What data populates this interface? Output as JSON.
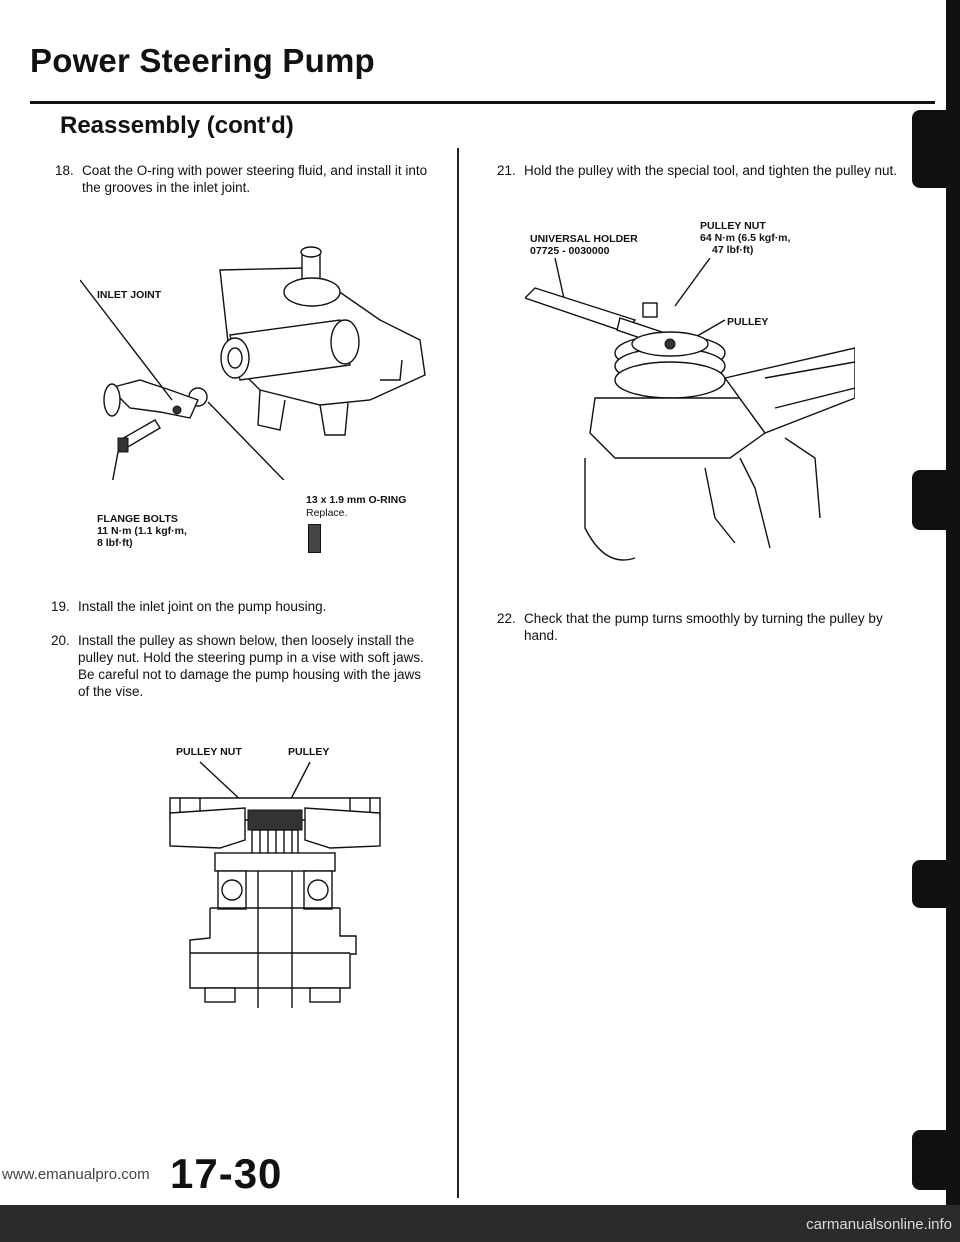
{
  "header": {
    "title": "Power Steering Pump",
    "subtitle": "Reassembly (cont'd)"
  },
  "steps": [
    {
      "num": "18.",
      "text": "Coat the O-ring with power steering fluid, and install it into the grooves in the inlet joint."
    },
    {
      "num": "19.",
      "text": "Install the inlet joint on the pump housing."
    },
    {
      "num": "20.",
      "text": "Install the pulley as shown below, then loosely install the pulley nut. Hold the steering pump in a vise with soft jaws. Be careful not to damage the pump housing with the jaws of the vise."
    },
    {
      "num": "21.",
      "text": "Hold the pulley with the special tool, and tighten the pulley nut."
    },
    {
      "num": "22.",
      "text": "Check that the pump turns smoothly by turning the pulley by hand."
    }
  ],
  "fig1": {
    "inlet_joint": "INLET JOINT",
    "oring": "13 x 1.9 mm O-RING",
    "oring_note": "Replace.",
    "flange_bolts": "FLANGE BOLTS",
    "flange_torque_1": "11 N·m (1.1 kgf·m,",
    "flange_torque_2": "8 lbf·ft)"
  },
  "fig2": {
    "pulley_nut": "PULLEY NUT",
    "pulley": "PULLEY"
  },
  "fig3": {
    "holder": "UNIVERSAL HOLDER",
    "holder_part": "07725 - 0030000",
    "nut": "PULLEY NUT",
    "nut_torque_1": "64 N·m (6.5 kgf·m,",
    "nut_torque_2": "47 lbf·ft)",
    "pulley": "PULLEY"
  },
  "page_number": "17-30",
  "footer": {
    "url": "www.emanualpro.com",
    "brand": "carmanualsonline.info"
  }
}
